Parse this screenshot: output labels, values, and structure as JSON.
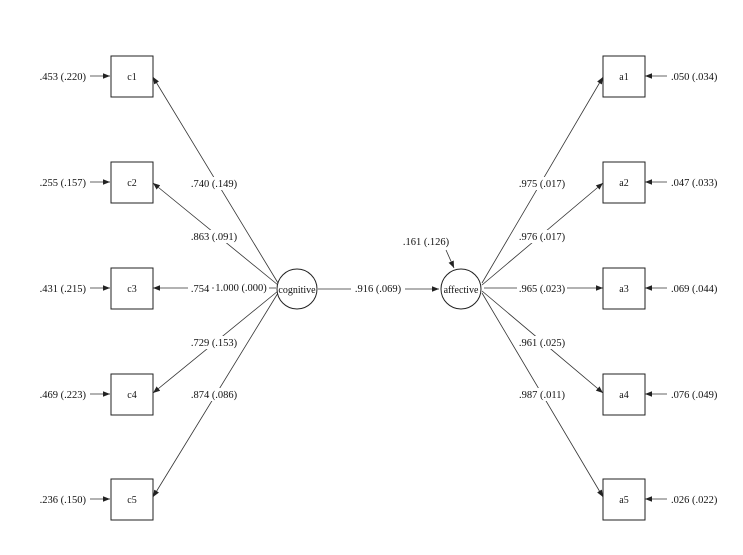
{
  "cognitive": {
    "label": "cognitive",
    "indicators": [
      {
        "name": "c1",
        "error": ".453 (.220)",
        "loading": ".740 (.149)"
      },
      {
        "name": "c2",
        "error": ".255 (.157)",
        "loading": ".863 (.091)"
      },
      {
        "name": "c3",
        "error": ".431 (.215)",
        "loading": ".754"
      },
      {
        "name": "c4",
        "error": ".469 (.223)",
        "loading": ".729 (.153)"
      },
      {
        "name": "c5",
        "error": ".236 (.150)",
        "loading": ".874 (.086)"
      }
    ],
    "variance": "1.000 (.000)"
  },
  "affective": {
    "label": "affective",
    "disturbance": ".161 (.126)",
    "indicators": [
      {
        "name": "a1",
        "error": ".050 (.034)",
        "loading": ".975 (.017)"
      },
      {
        "name": "a2",
        "error": ".047 (.033)",
        "loading": ".976 (.017)"
      },
      {
        "name": "a3",
        "error": ".069 (.044)",
        "loading": ".965 (.023)"
      },
      {
        "name": "a4",
        "error": ".076 (.049)",
        "loading": ".961 (.025)"
      },
      {
        "name": "a5",
        "error": ".026 (.022)",
        "loading": ".987 (.011)"
      }
    ]
  },
  "path": ".916 (.069)"
}
